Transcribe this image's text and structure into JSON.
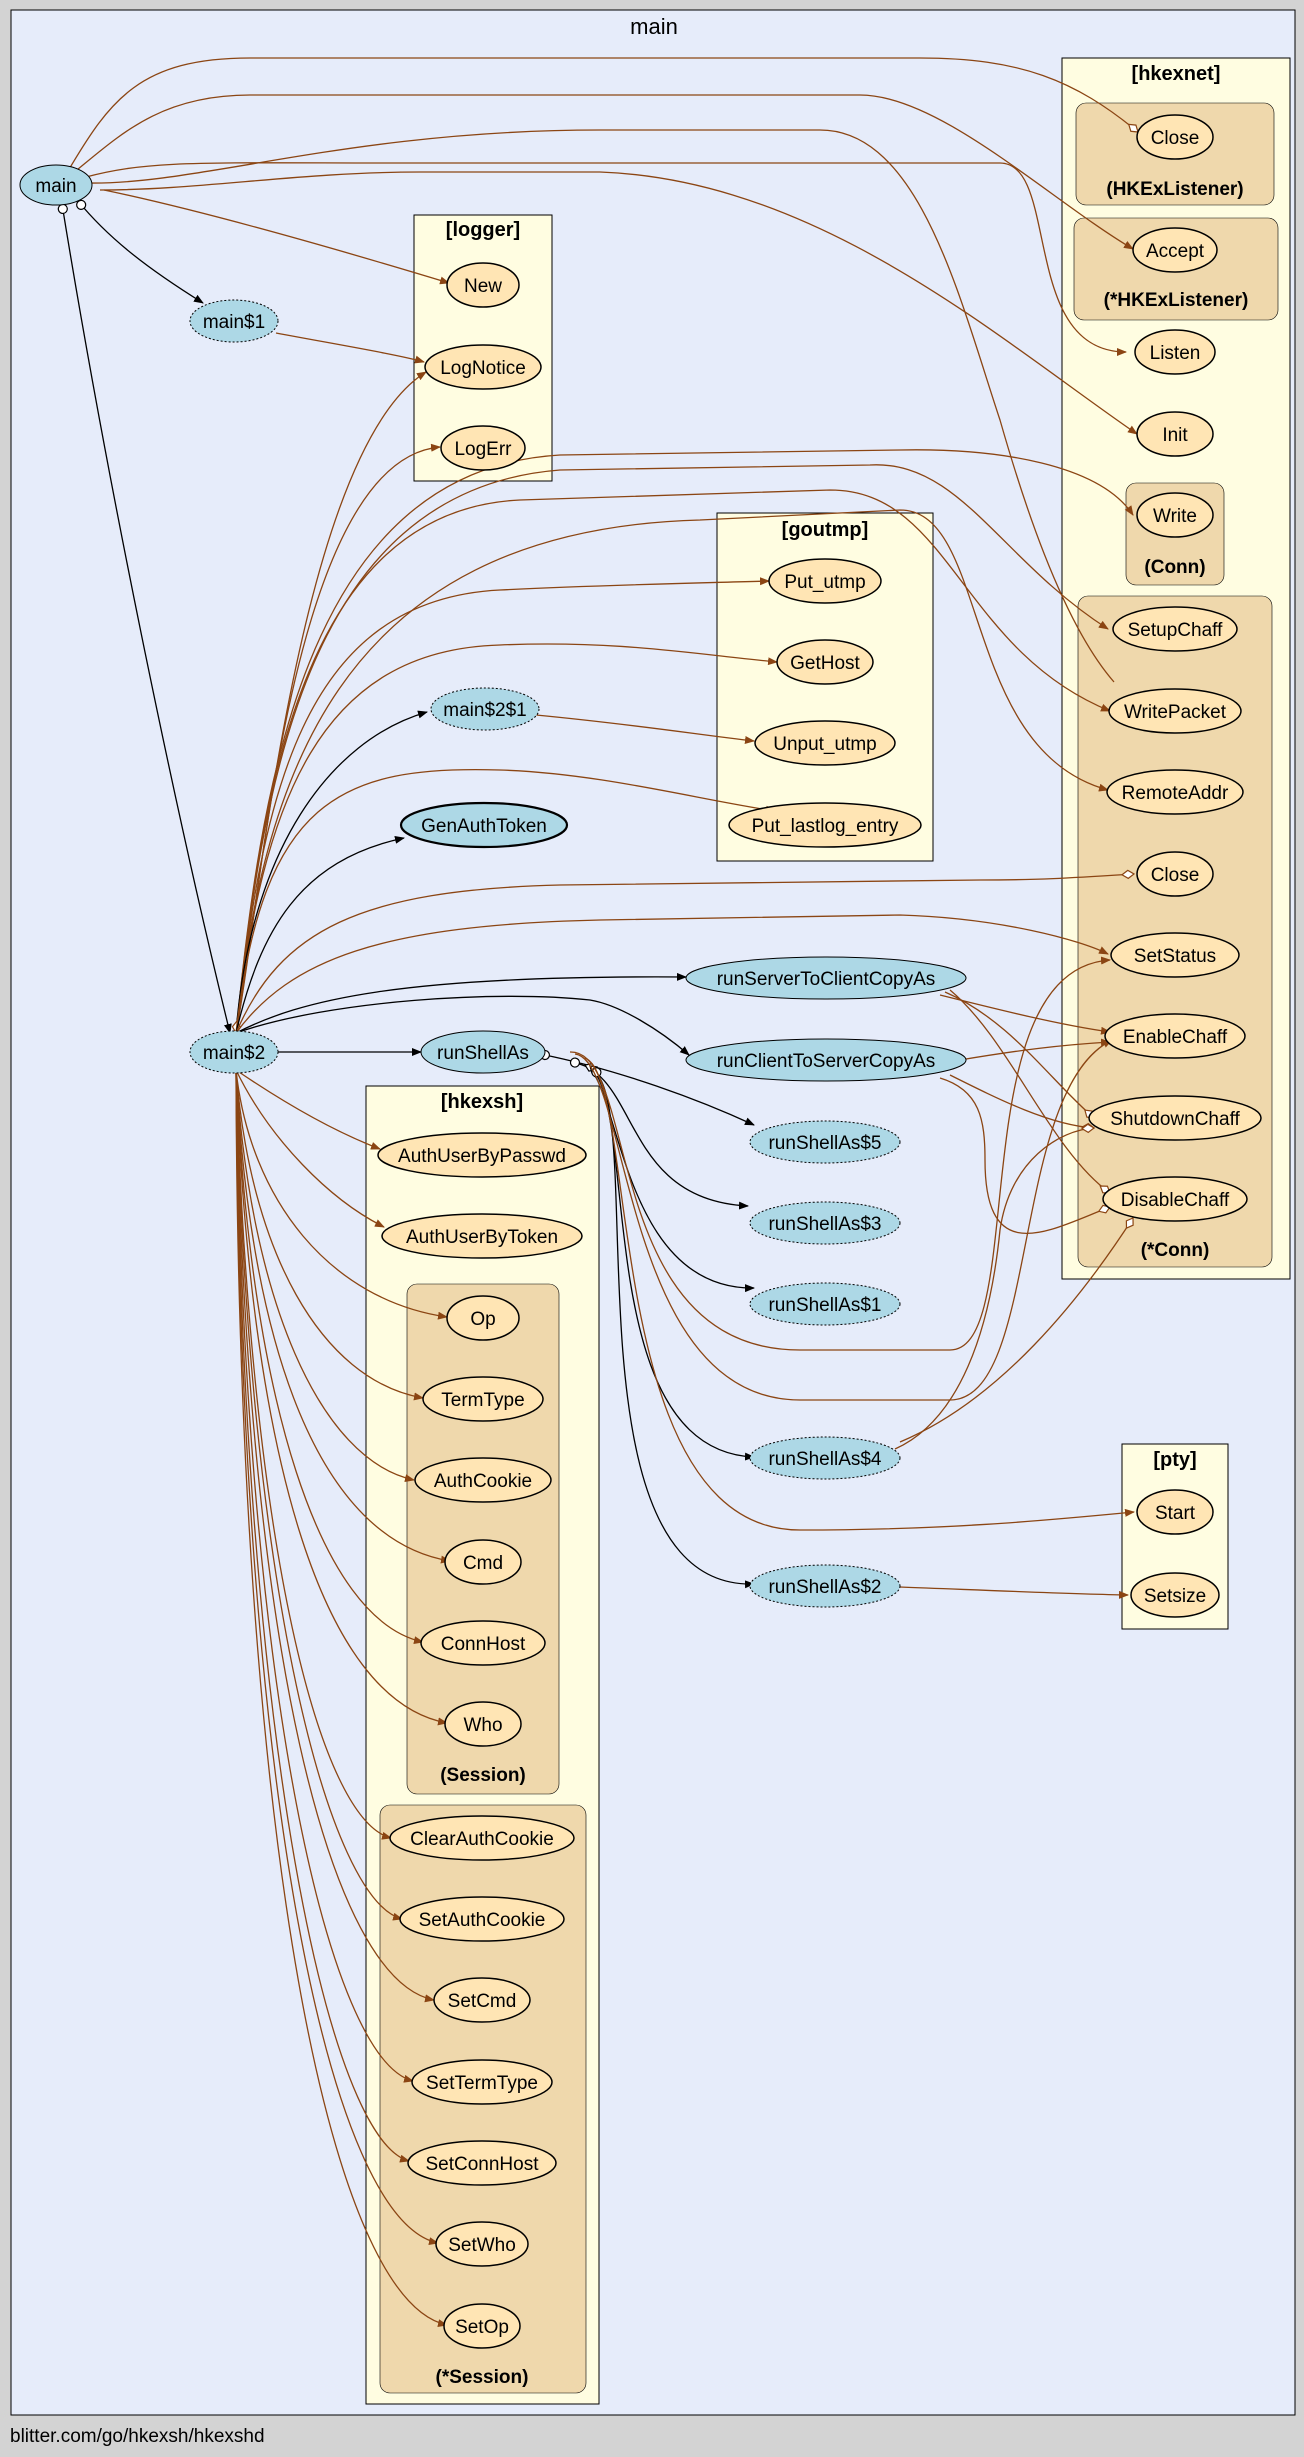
{
  "title": "main",
  "footer": "blitter.com/go/hkexsh/hkexshd",
  "colors": {
    "background": "#e6ecfa",
    "package": "#fffde1",
    "type": "#efd8ac",
    "func_fill": "#add8e6",
    "ext_fill": "#ffe5b4",
    "edge_internal": "#000000",
    "edge_external": "#8b4513"
  },
  "clusters": {
    "hkexnet": "[hkexnet]",
    "hklistener": "(HKExListener)",
    "phklistener": "(*HKExListener)",
    "conn": "(Conn)",
    "pconn": "(*Conn)",
    "logger": "[logger]",
    "goutmp": "[goutmp]",
    "hkexsh": "[hkexsh]",
    "session": "(Session)",
    "psession": "(*Session)",
    "pty": "[pty]"
  },
  "nodes": {
    "main": "main",
    "main1": "main$1",
    "main2": "main$2",
    "main21": "main$2$1",
    "genAuthToken": "GenAuthToken",
    "runShellAs": "runShellAs",
    "runServerToClientCopyAs": "runServerToClientCopyAs",
    "runClientToServerCopyAs": "runClientToServerCopyAs",
    "runShellAs5": "runShellAs$5",
    "runShellAs3": "runShellAs$3",
    "runShellAs1": "runShellAs$1",
    "runShellAs4": "runShellAs$4",
    "runShellAs2": "runShellAs$2",
    "listenerClose": "Close",
    "accept": "Accept",
    "listen": "Listen",
    "init": "Init",
    "write": "Write",
    "setupChaff": "SetupChaff",
    "writePacket": "WritePacket",
    "remoteAddr": "RemoteAddr",
    "connClose": "Close",
    "setStatus": "SetStatus",
    "enableChaff": "EnableChaff",
    "shutdownChaff": "ShutdownChaff",
    "disableChaff": "DisableChaff",
    "newLog": "New",
    "logNotice": "LogNotice",
    "logErr": "LogErr",
    "putUtmp": "Put_utmp",
    "getHost": "GetHost",
    "unputUtmp": "Unput_utmp",
    "putLastlog": "Put_lastlog_entry",
    "authUserByPasswd": "AuthUserByPasswd",
    "authUserByToken": "AuthUserByToken",
    "op": "Op",
    "termType": "TermType",
    "authCookie": "AuthCookie",
    "cmd": "Cmd",
    "connHost": "ConnHost",
    "who": "Who",
    "clearAuthCookie": "ClearAuthCookie",
    "setAuthCookie": "SetAuthCookie",
    "setCmd": "SetCmd",
    "setTermType": "SetTermType",
    "setConnHost": "SetConnHost",
    "setWho": "SetWho",
    "setOp": "SetOp",
    "start": "Start",
    "setsize": "Setsize"
  }
}
